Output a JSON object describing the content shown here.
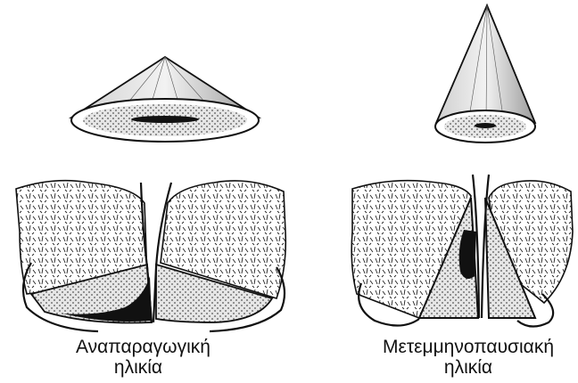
{
  "panels": [
    {
      "id": "reproductive",
      "caption_line1": "Αναπαραγωγική",
      "caption_line2": "ηλικία"
    },
    {
      "id": "postmenopausal",
      "caption_line1": "Μετεμμηνοπαυσιακή",
      "caption_line2": "ηλικία"
    }
  ],
  "colors": {
    "ink": "#111111",
    "stipple_fill": "#d9d9d9",
    "dark_lesion": "#111111"
  }
}
